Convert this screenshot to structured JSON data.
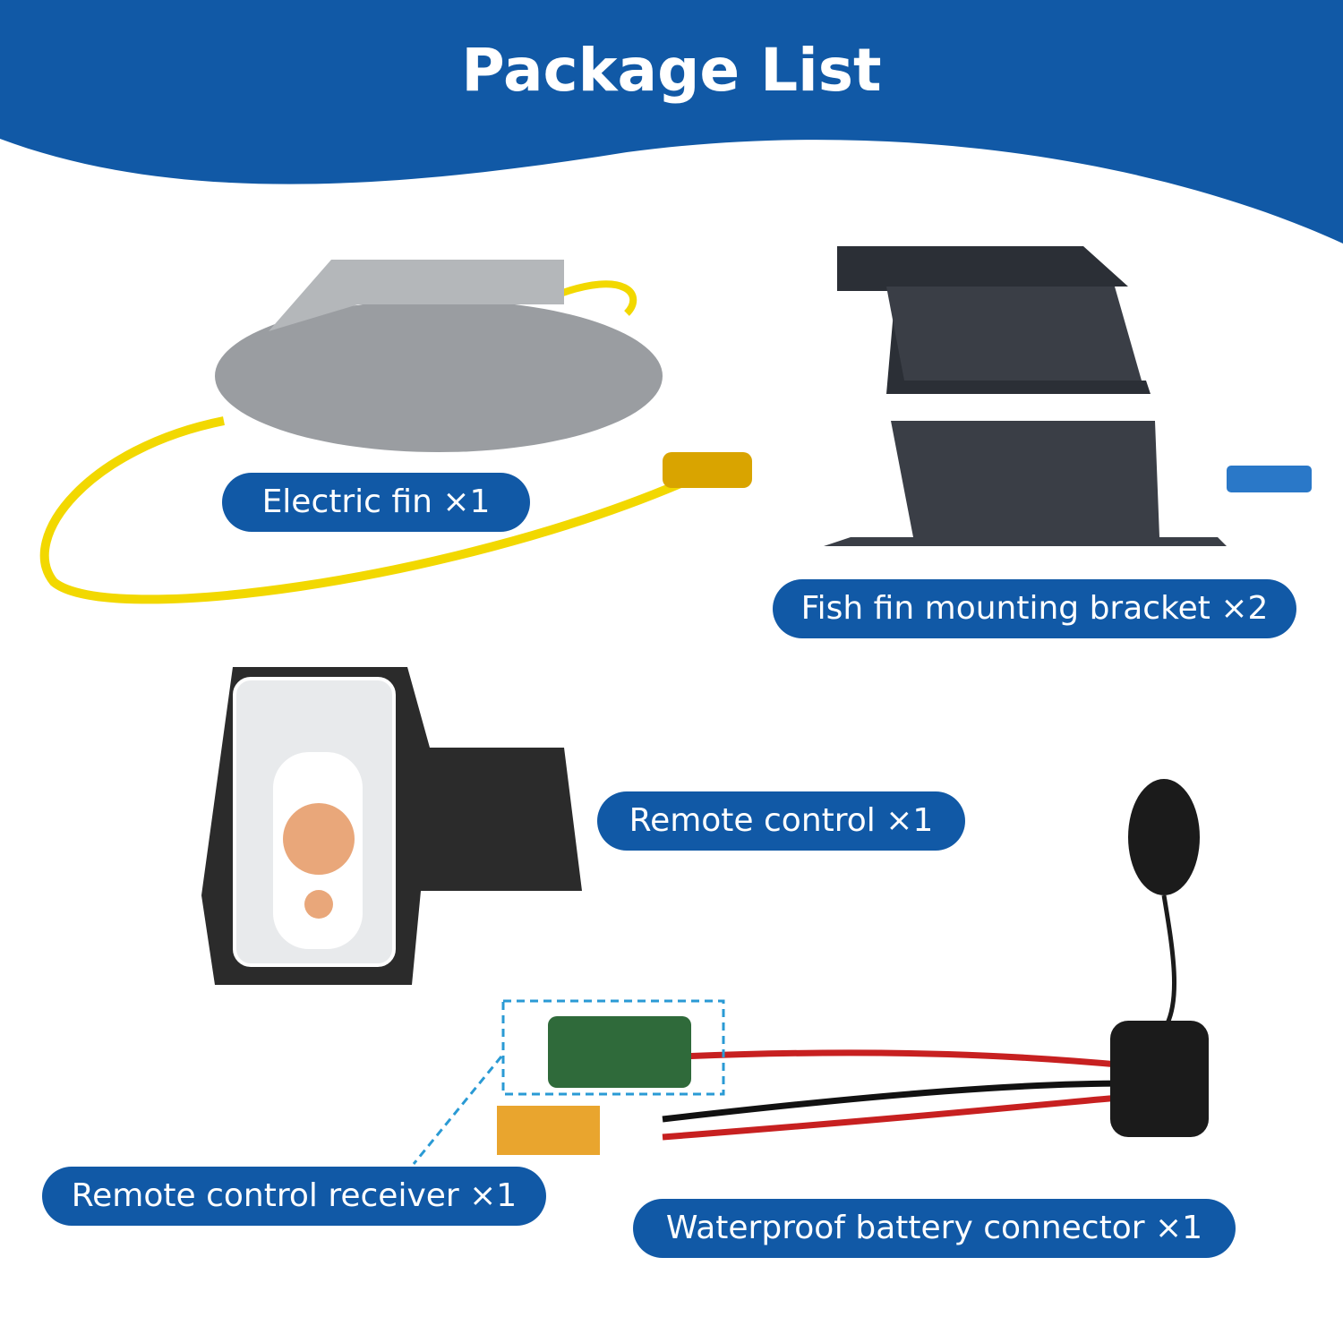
{
  "title": "Package List",
  "items": [
    {
      "label": "Electric fin ×1"
    },
    {
      "label": "Fish fin mounting bracket ×2"
    },
    {
      "label": "Remote control ×1"
    },
    {
      "label": "Remote control receiver ×1"
    },
    {
      "label": "Waterproof battery connector ×1"
    }
  ],
  "colors": {
    "brand": "#1159a6"
  }
}
